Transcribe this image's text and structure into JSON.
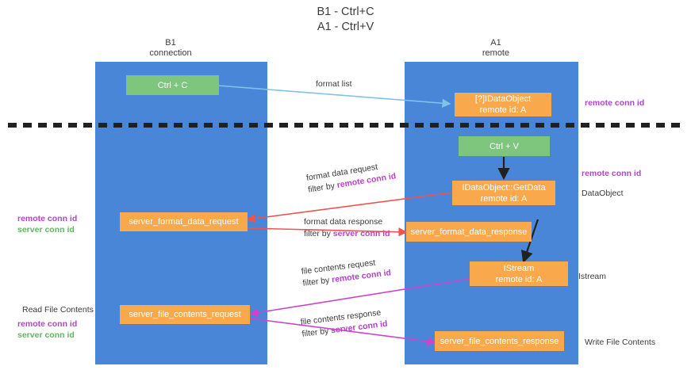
{
  "title": {
    "line1": "B1 - Ctrl+C",
    "line2": "A1 - Ctrl+V"
  },
  "columns": [
    {
      "name": "B1",
      "sub": "connection"
    },
    {
      "name": "A1",
      "sub": "remote"
    }
  ],
  "nodes": {
    "ctrl_c": {
      "label": "Ctrl + C"
    },
    "ctrl_v": {
      "label": "Ctrl + V"
    },
    "idataobject": {
      "line1": "[?]IDataObject",
      "line2": "remote id: A"
    },
    "getdata": {
      "line1": "IDataObject::GetData",
      "line2": "remote id: A"
    },
    "istream": {
      "line1": "IStream",
      "line2": "remote id: A"
    },
    "server_format_data_request": {
      "label": "server_format_data_request"
    },
    "server_format_data_response": {
      "label": "server_format_data_response"
    },
    "server_file_contents_request": {
      "label": "server_file_contents_request"
    },
    "server_file_contents_response": {
      "label": "server_file_contents_response"
    }
  },
  "edges": {
    "format_list": {
      "label": "format list"
    },
    "format_data_request": {
      "line1": "format data request",
      "line2_prefix": "filter by ",
      "line2_key": "remote conn id"
    },
    "format_data_response": {
      "line1": "format data response",
      "line2_prefix": "filter by ",
      "line2_key": "server conn id"
    },
    "file_contents_request": {
      "line1": "file contents request",
      "line2_prefix": "filter by ",
      "line2_key": "remote conn id"
    },
    "file_contents_response": {
      "line1": "file contents response",
      "line2_prefix": "filter by ",
      "line2_key": "server conn id"
    }
  },
  "annotations": {
    "right_remote_conn_id_top": "remote conn id",
    "right_remote_conn_id_mid": "remote conn id",
    "right_dataobject": "DataObject",
    "right_istream": "Istream",
    "right_write_file_contents": "Write File Contents",
    "left_remote_conn_id_mid": "remote conn id",
    "left_server_conn_id_mid": "server conn id",
    "left_read_file_contents": "Read File Contents",
    "left_remote_conn_id_bottom": "remote conn id",
    "left_server_conn_id_bottom": "server conn id"
  },
  "colors": {
    "lane": "#4a86d8",
    "green_node": "#7ec67e",
    "orange_node": "#f9a94c",
    "purple": "#b144c9",
    "green_text": "#63b563",
    "arrow_red": "#ef5350",
    "arrow_blue": "#7ec3e8",
    "arrow_magenta": "#cc44cc",
    "arrow_black": "#212121"
  }
}
